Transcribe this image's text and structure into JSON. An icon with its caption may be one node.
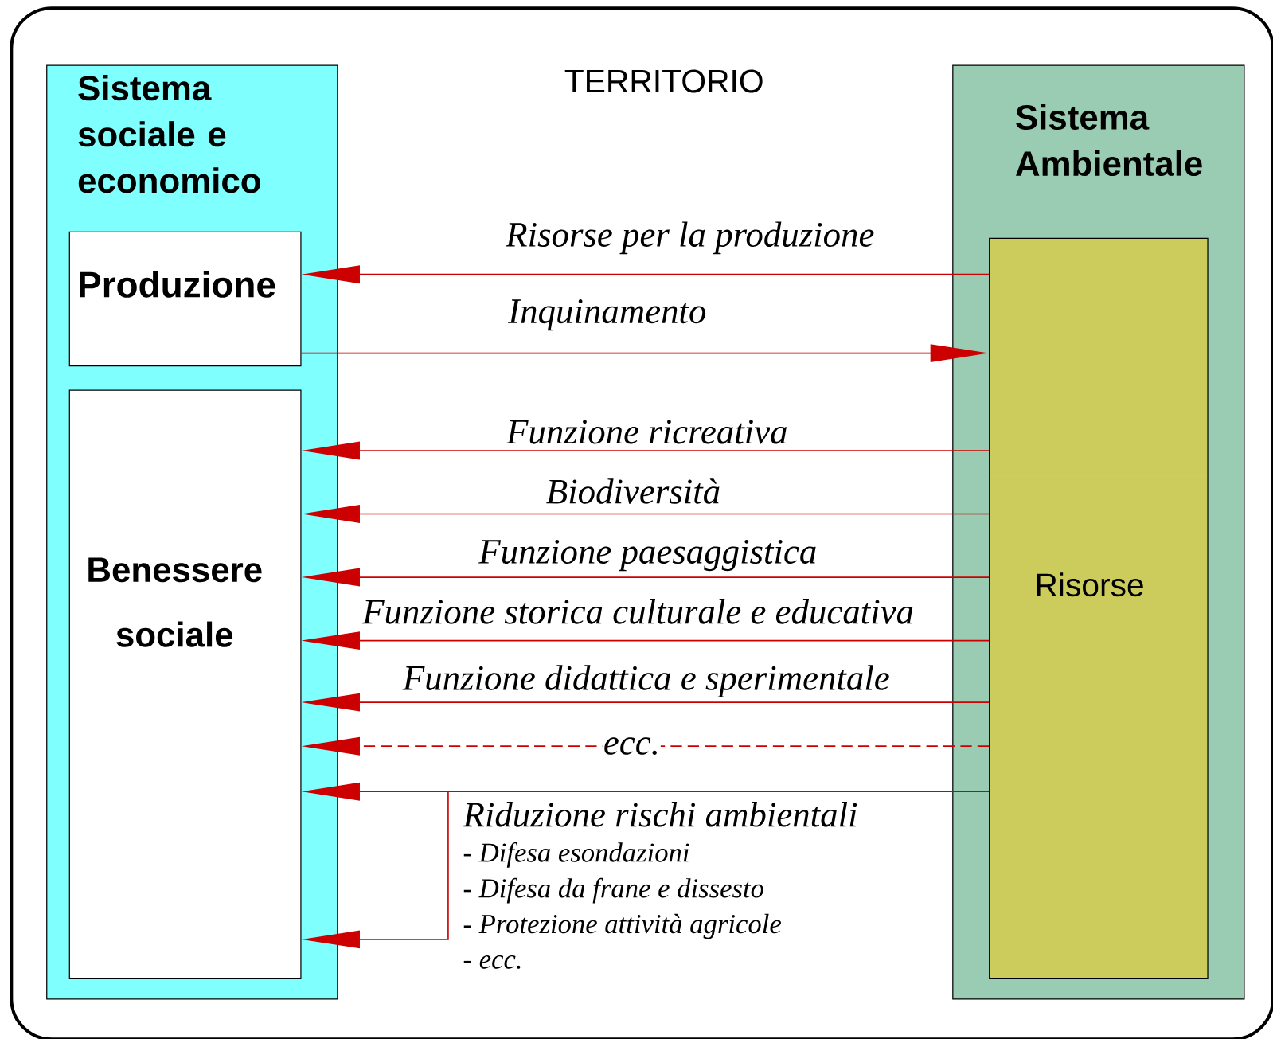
{
  "diagram": {
    "nodes": [
      {
        "text": [
          "TERRITORIO"
        ]
      },
      {
        "text": [
          "Sistema sociale e economico"
        ],
        "in": 0
      },
      {
        "text": [
          "Produzione"
        ],
        "in": 1
      },
      {
        "text": [
          "Benessere sociale"
        ],
        "in": 1
      },
      {
        "text": [
          "Sistema Ambientale"
        ],
        "in": 0
      },
      {
        "text": [
          "Risorse"
        ],
        "in": 4
      }
    ],
    "edges": [
      {
        "from": 5,
        "to": 2,
        "arrow": "to",
        "label": "Risorse per la produzione"
      },
      {
        "from": 2,
        "to": 5,
        "arrow": "to",
        "label": "Inquinamento"
      },
      {
        "from": 5,
        "to": 3,
        "arrow": "to",
        "label": "Funzione ricreativa"
      },
      {
        "from": 5,
        "to": 3,
        "arrow": "to",
        "label": "Biodiversità"
      },
      {
        "from": 5,
        "to": 3,
        "arrow": "to",
        "label": "Funzione paesaggistica"
      },
      {
        "from": 5,
        "to": 3,
        "arrow": "to",
        "label": "Funzione storica culturale e educativa"
      },
      {
        "from": 5,
        "to": 3,
        "arrow": "to",
        "label": "Funzione didattica e sperimentale"
      },
      {
        "from": 5,
        "to": 3,
        "arrow": "to",
        "label": "ecc.",
        "style": "dashed"
      },
      {
        "from": 5,
        "to": 3,
        "arrow": "to",
        "label": "Riduzione rischi ambientali"
      },
      {
        "from": 5,
        "to": 3,
        "arrow": "to"
      }
    ],
    "labels": [
      "- Difesa esondazioni",
      "- Difesa da frane e dissesto",
      "- Protezione attività agricole",
      "- ecc."
    ]
  }
}
